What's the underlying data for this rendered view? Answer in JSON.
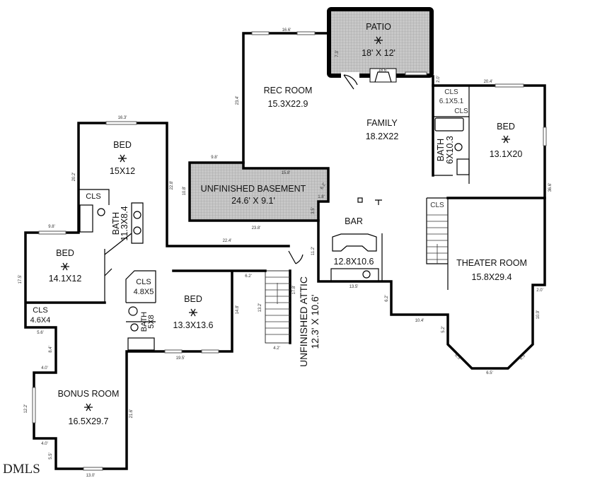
{
  "rooms": {
    "patio": {
      "name": "PATIO",
      "size": "18' X 12'"
    },
    "rec_room": {
      "name": "REC ROOM",
      "size": "15.3X22.9"
    },
    "family": {
      "name": "FAMILY",
      "size": "18.2X22"
    },
    "basement": {
      "name": "UNFINISHED BASEMENT",
      "size": "24.6' X 9.1'"
    },
    "bed_ne": {
      "name": "BED",
      "size": "13.1X20"
    },
    "cls_ne": {
      "name": "CLS",
      "size": "6.1X5.1"
    },
    "cls_ne_small": {
      "name": "CLS"
    },
    "bath_ne": {
      "name": "BATH",
      "size": "6X10.3"
    },
    "bar": {
      "name": "BAR",
      "size": "12.8X10.6"
    },
    "cls_stair": {
      "name": "CLS"
    },
    "theater": {
      "name": "THEATER ROOM",
      "size": "15.8X29.4"
    },
    "bed_nw": {
      "name": "BED",
      "size": "15X12"
    },
    "cls_nw": {
      "name": "CLS"
    },
    "bath_nw": {
      "name": "BATH",
      "size": "11.3X8.4"
    },
    "bed_w": {
      "name": "BED",
      "size": "14.1X12"
    },
    "cls_w": {
      "name": "CLS",
      "size": "4.6X4"
    },
    "cls_mid": {
      "name": "CLS",
      "size": "4.8X5"
    },
    "bath_mid": {
      "name": "BATH",
      "size": "5X8"
    },
    "bed_mid": {
      "name": "BED",
      "size": "13.3X13.6"
    },
    "attic": {
      "name": "UNFINISHED ATTIC",
      "size": "12.3' X 10.6'"
    },
    "bonus": {
      "name": "BONUS ROOM",
      "size": "16.5X29.7"
    }
  },
  "dims": {
    "rec_top": "16.6'",
    "patio_side": "7.3'",
    "fireplace": "18.6'",
    "rec_left": "23.4'",
    "base_top": "9.8'",
    "base_inner": "15.8'",
    "base_left": "10.8'",
    "base_step": "3.5'",
    "base_bottom": "23.8'",
    "base_door_a": "6.2'",
    "base_door_b": "1.8'",
    "bed_ne_corner": "2.0'",
    "bed_ne_top": "20.4'",
    "east_wall": "36.6'",
    "bar_left": "11.2'",
    "bar_bottom": "13.5'",
    "bar_step": "6.2'",
    "theater_bottom": "10.4'",
    "oct_left": "5.2'",
    "oct_sw": "6.5'",
    "oct_bottom": "6.5'",
    "oct_se": "6.5'",
    "theater_step": "2.0'",
    "theater_right": "10.9'",
    "bed_nw_top": "16.3'",
    "bed_nw_left": "20.2'",
    "bed_nw_right": "22.8'",
    "hall": "22.4'",
    "bed_w_top": "9.8'",
    "bed_w_left": "17.5'",
    "stair_top": "6.2'",
    "bed_mid_right": "14.8'",
    "stair_len": "13.2'",
    "attic_side": "17.8'",
    "stair_bottom": "4.2'",
    "bed_mid_bottom": "19.5'",
    "bonus_a": "5.6'",
    "bonus_b": "8.4'",
    "bonus_c": "4.0'",
    "bonus_left": "12.2'",
    "bonus_d": "4.0'",
    "bonus_e": "5.5'",
    "bonus_bottom": "13.0'",
    "bonus_right": "21.6'"
  },
  "logo": "DMLS",
  "colors": {
    "unfinished_fill": "#c8c8c8",
    "wall": "#000000"
  },
  "icons": [
    "ceiling-fan-icon",
    "toilet-icon",
    "bathtub-icon",
    "sink-icon",
    "door-swing-icon",
    "stairs-icon",
    "fireplace-icon"
  ]
}
